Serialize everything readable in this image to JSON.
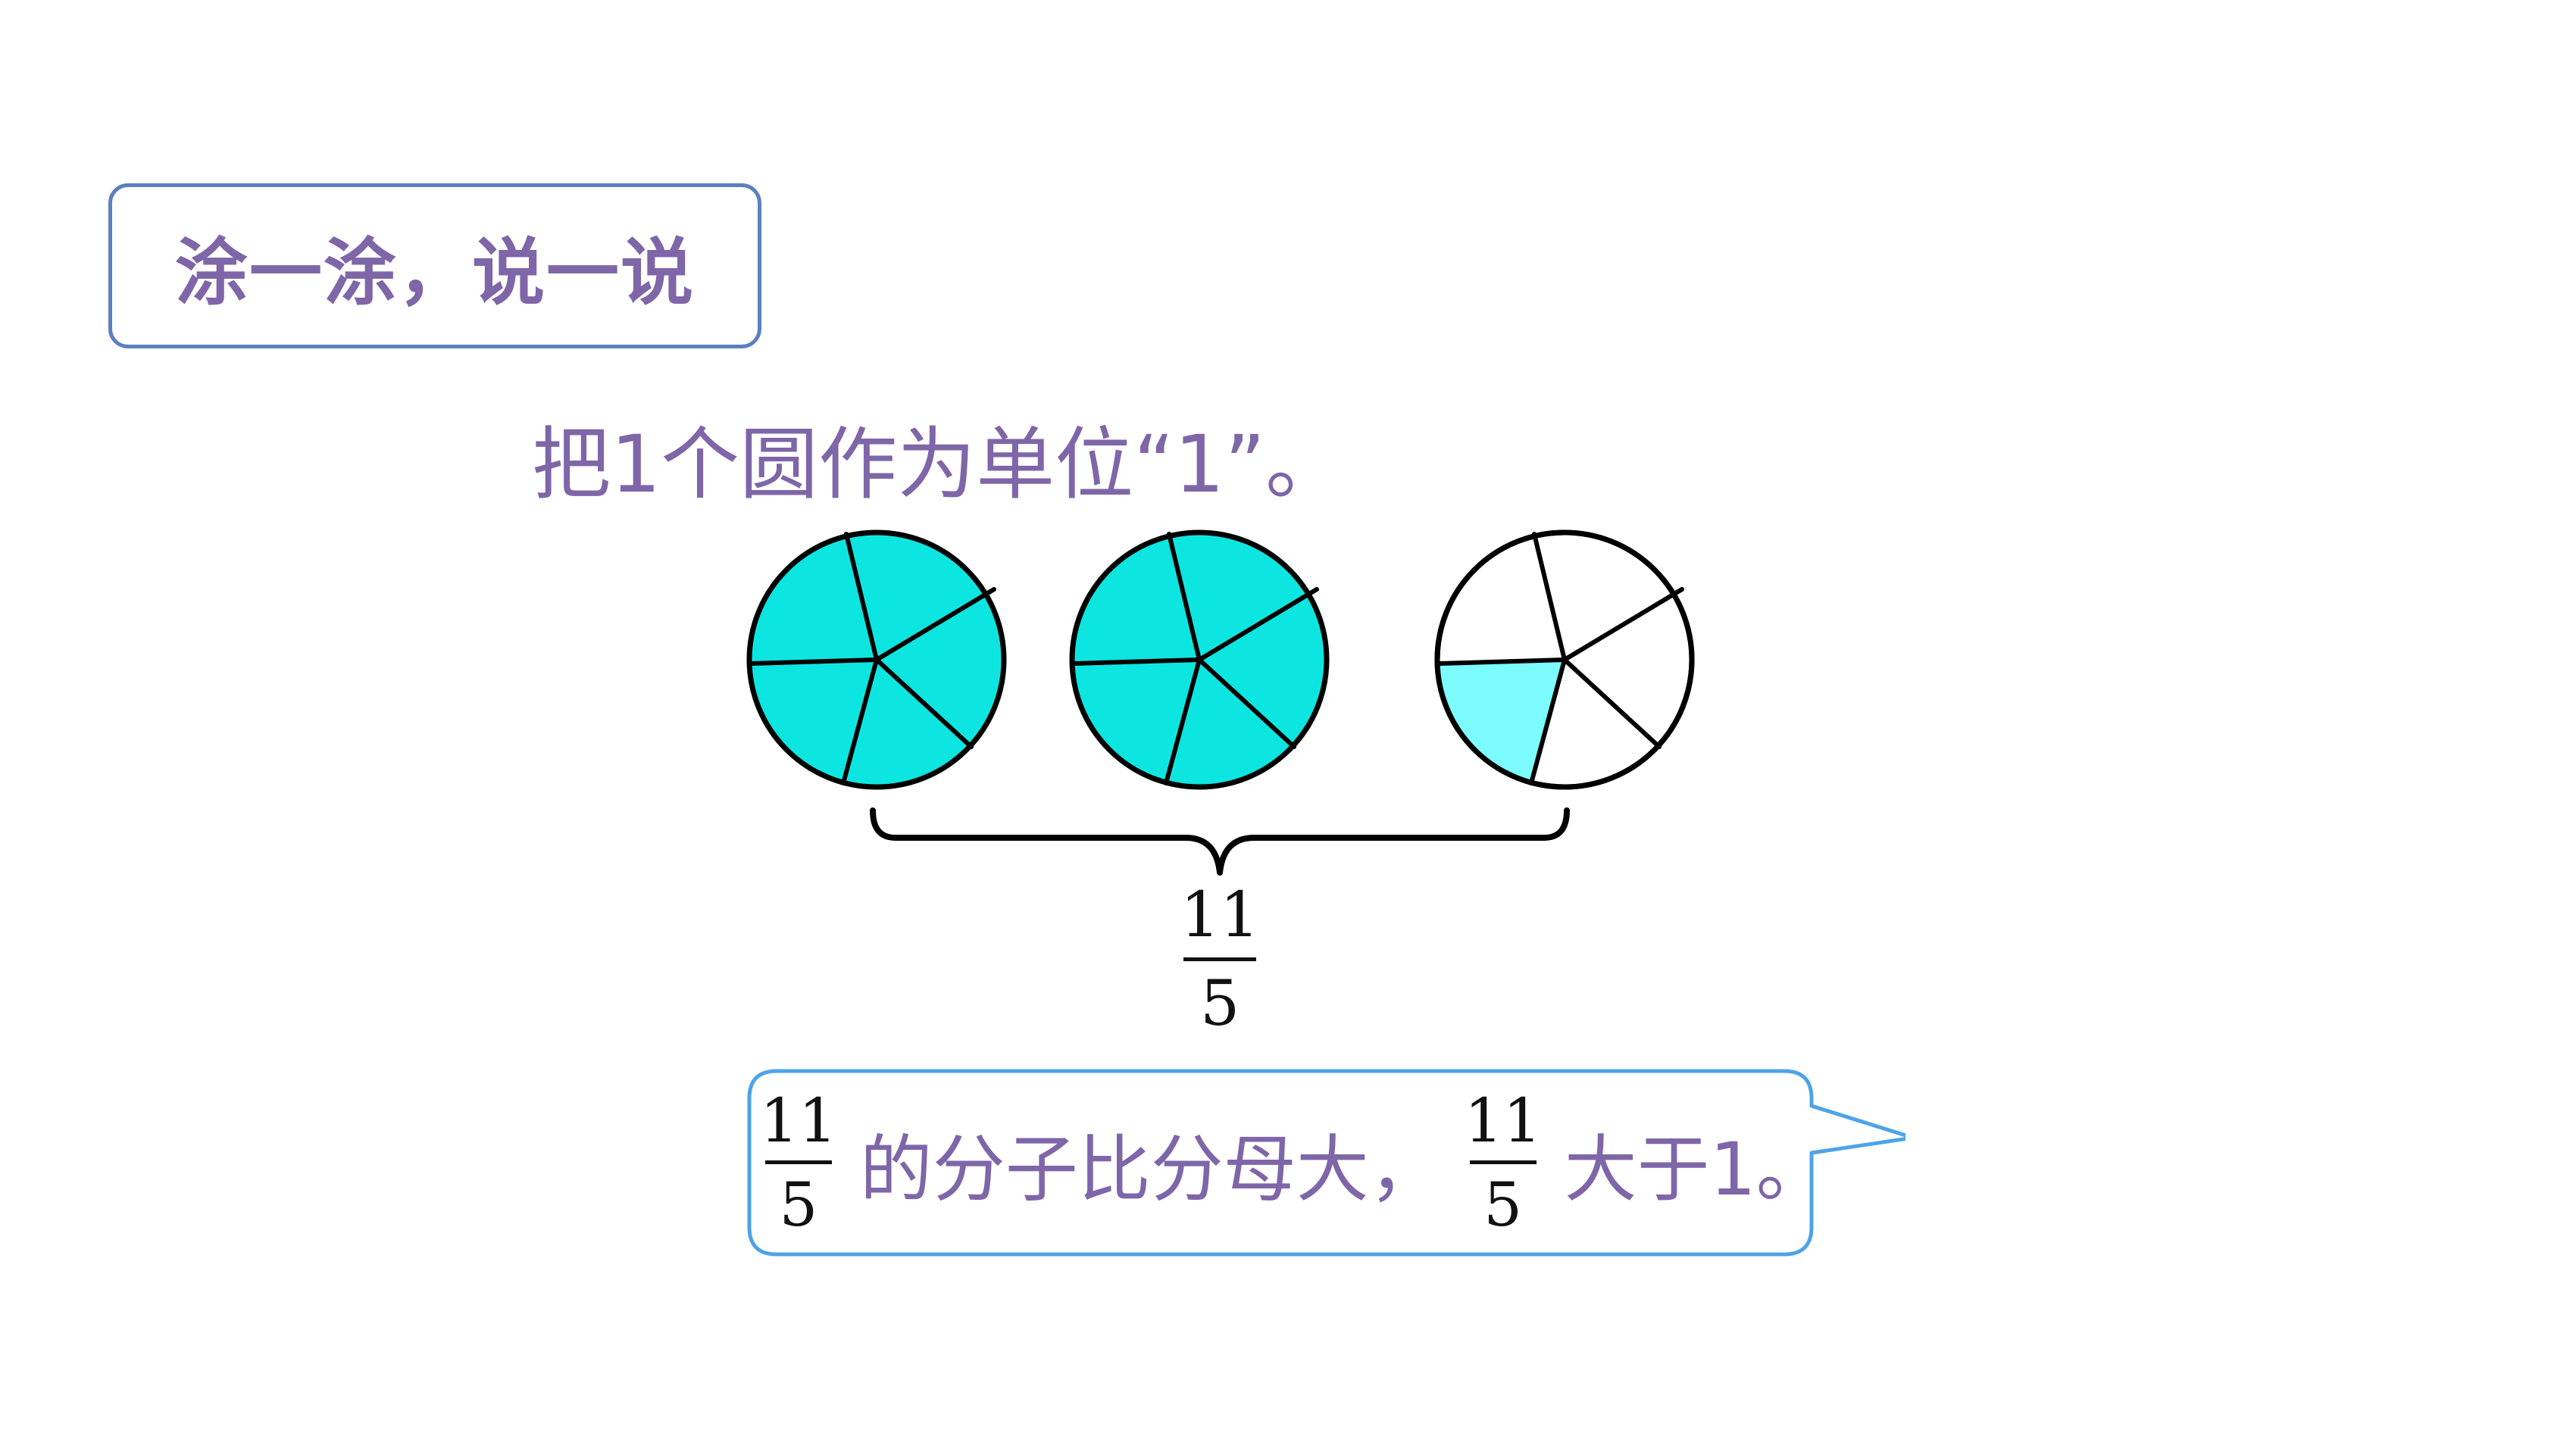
{
  "title_box": {
    "label": "涂一涂，说一说"
  },
  "subtitle": "把1个圆作为单位“1”。",
  "figure": {
    "circles": [
      {
        "parts": 5,
        "shaded_parts": 5
      },
      {
        "parts": 5,
        "shaded_parts": 5
      },
      {
        "parts": 5,
        "shaded_parts": 1
      }
    ],
    "colors": {
      "fill_full": "#0de6e0",
      "fill_partial": "#7cfcff",
      "outline": "#000000"
    },
    "total_fraction": {
      "numerator": "11",
      "denominator": "5"
    }
  },
  "speech_bubble": {
    "fraction1": {
      "numerator": "11",
      "denominator": "5"
    },
    "text1": "的分子比分母大，",
    "fraction2": {
      "numerator": "11",
      "denominator": "5"
    },
    "text2": "大于1。",
    "border_color": "#4da3e8"
  }
}
